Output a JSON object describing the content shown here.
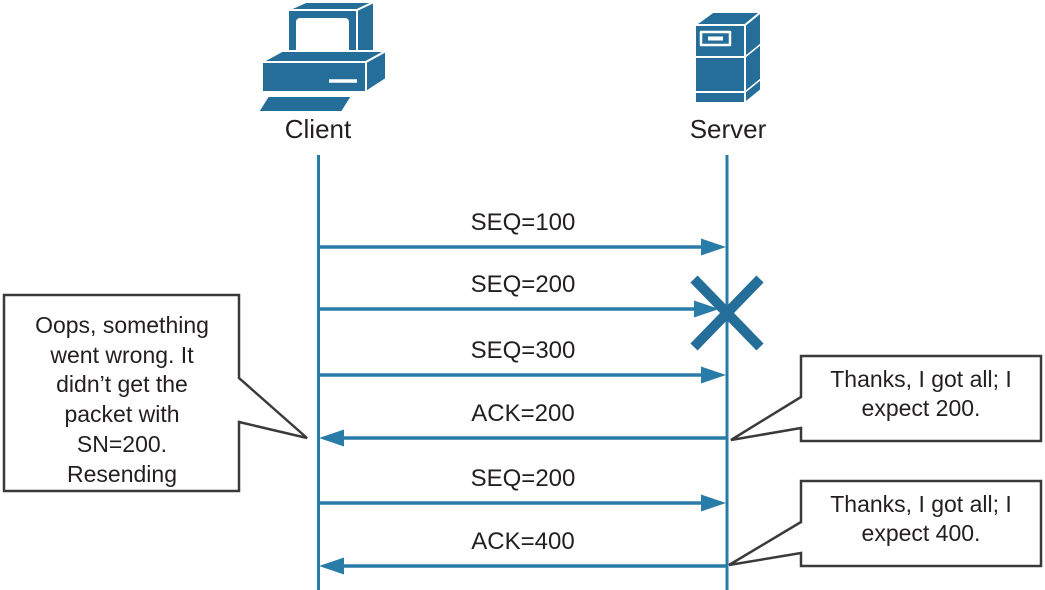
{
  "diagram": {
    "client": {
      "label": "Client"
    },
    "server": {
      "label": "Server"
    },
    "messages": [
      {
        "label": "SEQ=100",
        "from": "client",
        "to": "server",
        "status": "delivered"
      },
      {
        "label": "SEQ=200",
        "from": "client",
        "to": "server",
        "status": "lost"
      },
      {
        "label": "SEQ=300",
        "from": "client",
        "to": "server",
        "status": "delivered"
      },
      {
        "label": "ACK=200",
        "from": "server",
        "to": "client",
        "status": "delivered"
      },
      {
        "label": "SEQ=200",
        "from": "client",
        "to": "server",
        "status": "delivered"
      },
      {
        "label": "ACK=400",
        "from": "server",
        "to": "client",
        "status": "delivered"
      }
    ],
    "callouts": {
      "client_thought": {
        "lines": [
          "Oops, something",
          "went wrong. It",
          "didn’t get the",
          "packet with",
          "SN=200.",
          "Resending"
        ]
      },
      "server_thought_1": {
        "lines": [
          "Thanks, I got all; I",
          "expect 200."
        ]
      },
      "server_thought_2": {
        "lines": [
          "Thanks, I got all; I",
          "expect 400."
        ]
      }
    },
    "colors": {
      "line_blue": "#2A7CA8",
      "icon_blue": "#256E99",
      "text": "#231F20",
      "callout_border": "#3A3A3A"
    }
  }
}
